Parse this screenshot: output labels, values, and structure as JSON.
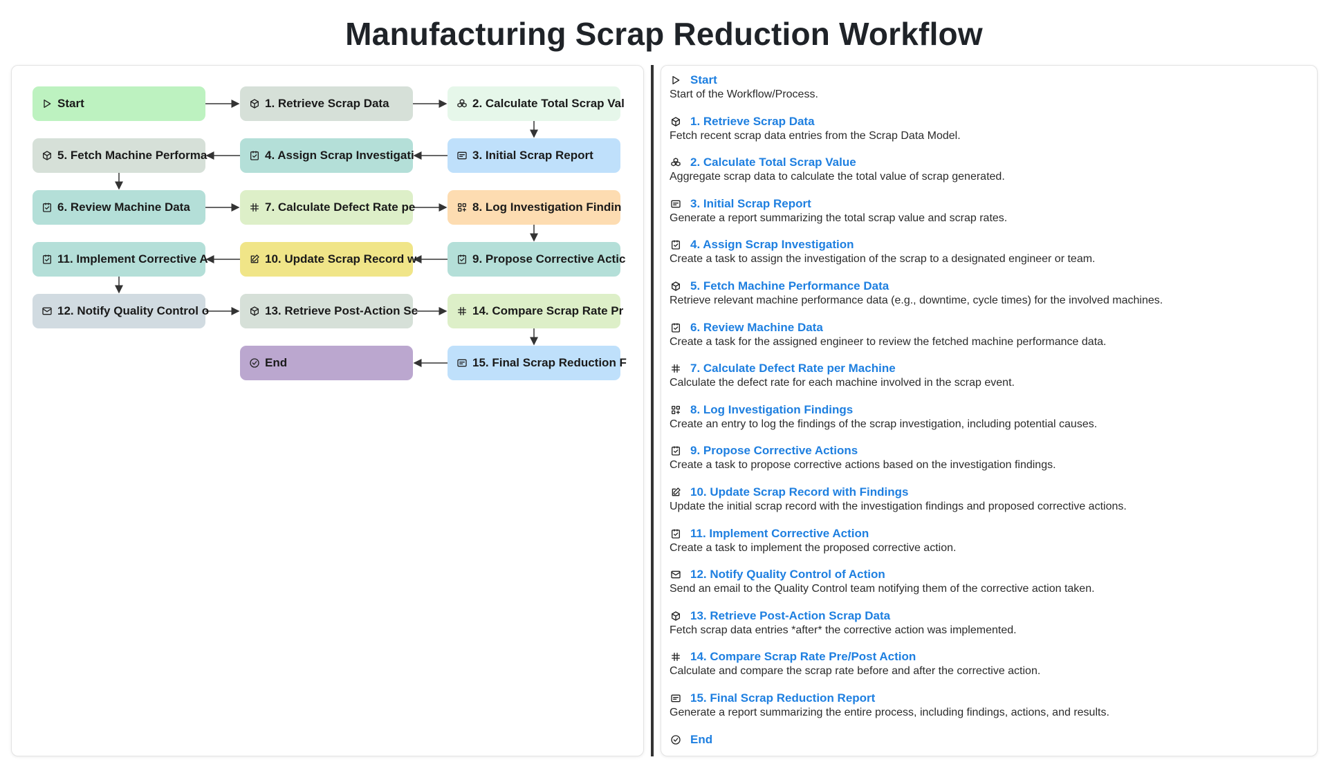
{
  "page": {
    "title": "Manufacturing Scrap Reduction Workflow"
  },
  "colors": {
    "link": "#1e7fe0",
    "green": "#bdf2c0",
    "gray": "#d6e0d8",
    "mint": "#e6f7ea",
    "blue": "#bfe0fb",
    "teal": "#b4dfd8",
    "lime": "#ddefc8",
    "orange": "#fddcb1",
    "yellow": "#f0e588",
    "slate": "#d1dbe1",
    "purple": "#bba7cf"
  },
  "nodes": [
    {
      "id": "start",
      "label": "Start",
      "icon": "play-icon",
      "color": "#bdf2c0"
    },
    {
      "id": "n1",
      "label": "1. Retrieve Scrap Data",
      "icon": "cube-icon",
      "color": "#d6e0d8"
    },
    {
      "id": "n2",
      "label": "2. Calculate Total Scrap Val",
      "icon": "cubes-icon",
      "color": "#e6f7ea"
    },
    {
      "id": "n3",
      "label": "3. Initial Scrap Report",
      "icon": "report-icon",
      "color": "#bfe0fb"
    },
    {
      "id": "n4",
      "label": "4. Assign Scrap Investigati",
      "icon": "task-check-icon",
      "color": "#b4dfd8"
    },
    {
      "id": "n5",
      "label": "5. Fetch Machine Performa",
      "icon": "cube-icon",
      "color": "#d6e0d8"
    },
    {
      "id": "n6",
      "label": "6. Review Machine Data",
      "icon": "task-check-icon",
      "color": "#b4dfd8"
    },
    {
      "id": "n7",
      "label": "7. Calculate Defect Rate pe",
      "icon": "hash-icon",
      "color": "#ddefc8"
    },
    {
      "id": "n8",
      "label": "8. Log Investigation Findin",
      "icon": "grid-plus-icon",
      "color": "#fddcb1"
    },
    {
      "id": "n9",
      "label": "9. Propose Corrective Actic",
      "icon": "task-check-icon",
      "color": "#b4dfd8"
    },
    {
      "id": "n10",
      "label": "10. Update Scrap Record w",
      "icon": "edit-icon",
      "color": "#f0e588"
    },
    {
      "id": "n11",
      "label": "11. Implement Corrective A",
      "icon": "task-check-icon",
      "color": "#b4dfd8"
    },
    {
      "id": "n12",
      "label": "12. Notify Quality Control o",
      "icon": "mail-icon",
      "color": "#d1dbe1"
    },
    {
      "id": "n13",
      "label": "13. Retrieve Post-Action Sc",
      "icon": "cube-icon",
      "color": "#d6e0d8"
    },
    {
      "id": "n14",
      "label": "14. Compare Scrap Rate Pr",
      "icon": "hash-icon",
      "color": "#ddefc8"
    },
    {
      "id": "n15",
      "label": "15. Final Scrap Reduction F",
      "icon": "report-icon",
      "color": "#bfe0fb"
    },
    {
      "id": "end",
      "label": "End",
      "icon": "check-circle-icon",
      "color": "#bba7cf"
    }
  ],
  "steps": [
    {
      "title": "Start",
      "icon": "play-icon",
      "desc": "Start of the Workflow/Process."
    },
    {
      "title": "1. Retrieve Scrap Data",
      "icon": "cube-icon",
      "desc": "Fetch recent scrap data entries from the Scrap Data Model."
    },
    {
      "title": "2. Calculate Total Scrap Value",
      "icon": "cubes-icon",
      "desc": "Aggregate scrap data to calculate the total value of scrap generated."
    },
    {
      "title": "3. Initial Scrap Report",
      "icon": "report-icon",
      "desc": "Generate a report summarizing the total scrap value and scrap rates."
    },
    {
      "title": "4. Assign Scrap Investigation",
      "icon": "task-check-icon",
      "desc": "Create a task to assign the investigation of the scrap to a designated engineer or team."
    },
    {
      "title": "5. Fetch Machine Performance Data",
      "icon": "cube-icon",
      "desc": "Retrieve relevant machine performance data (e.g., downtime, cycle times) for the involved machines."
    },
    {
      "title": "6. Review Machine Data",
      "icon": "task-check-icon",
      "desc": "Create a task for the assigned engineer to review the fetched machine performance data."
    },
    {
      "title": "7. Calculate Defect Rate per Machine",
      "icon": "hash-icon",
      "desc": "Calculate the defect rate for each machine involved in the scrap event."
    },
    {
      "title": "8. Log Investigation Findings",
      "icon": "grid-plus-icon",
      "desc": "Create an entry to log the findings of the scrap investigation, including potential causes."
    },
    {
      "title": "9. Propose Corrective Actions",
      "icon": "task-check-icon",
      "desc": "Create a task to propose corrective actions based on the investigation findings."
    },
    {
      "title": "10. Update Scrap Record with Findings",
      "icon": "edit-icon",
      "desc": "Update the initial scrap record with the investigation findings and proposed corrective actions."
    },
    {
      "title": "11. Implement Corrective Action",
      "icon": "task-check-icon",
      "desc": "Create a task to implement the proposed corrective action."
    },
    {
      "title": "12. Notify Quality Control of Action",
      "icon": "mail-icon",
      "desc": "Send an email to the Quality Control team notifying them of the corrective action taken."
    },
    {
      "title": "13. Retrieve Post-Action Scrap Data",
      "icon": "cube-icon",
      "desc": "Fetch scrap data entries *after* the corrective action was implemented."
    },
    {
      "title": "14. Compare Scrap Rate Pre/Post Action",
      "icon": "hash-icon",
      "desc": "Calculate and compare the scrap rate before and after the corrective action."
    },
    {
      "title": "15. Final Scrap Reduction Report",
      "icon": "report-icon",
      "desc": "Generate a report summarizing the entire process, including findings, actions, and results."
    },
    {
      "title": "End",
      "icon": "check-circle-icon",
      "desc": ""
    }
  ]
}
